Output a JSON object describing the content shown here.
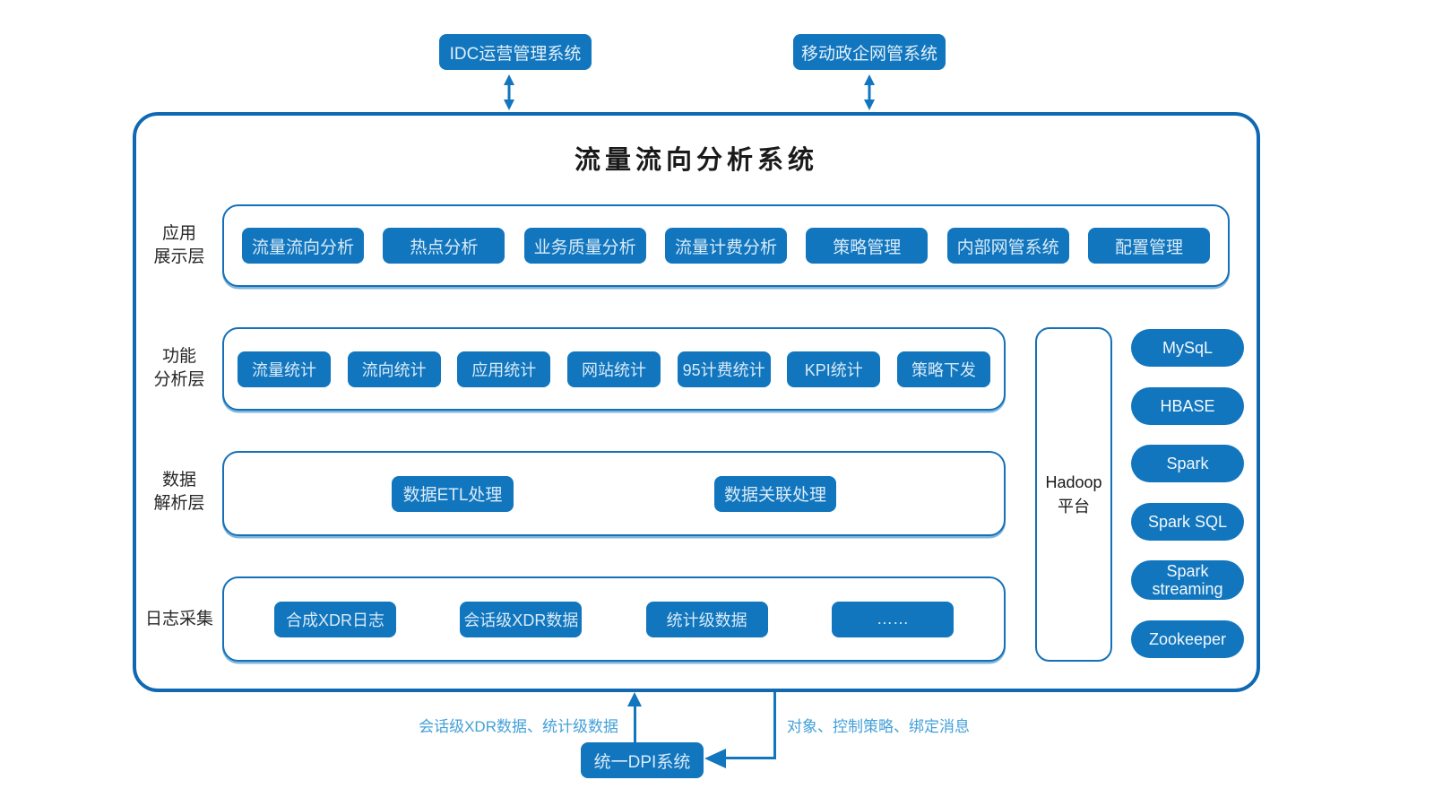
{
  "external_systems": {
    "idc": {
      "label": "IDC运营管理系统"
    },
    "mobile": {
      "label": "移动政企网管系统"
    }
  },
  "system": {
    "title": "流量流向分析系统",
    "layers": [
      {
        "name": "application-display-layer",
        "label_lines": [
          "应用",
          "展示层"
        ],
        "modules": [
          "流量流向分析",
          "热点分析",
          "业务质量分析",
          "流量计费分析",
          "策略管理",
          "内部网管系统",
          "配置管理"
        ]
      },
      {
        "name": "function-analysis-layer",
        "label_lines": [
          "功能",
          "分析层"
        ],
        "modules": [
          "流量统计",
          "流向统计",
          "应用统计",
          "网站统计",
          "95计费统计",
          "KPI统计",
          "策略下发"
        ]
      },
      {
        "name": "data-parsing-layer",
        "label_lines": [
          "数据",
          "解析层"
        ],
        "modules": [
          "数据ETL处理",
          "数据关联处理"
        ]
      },
      {
        "name": "log-collection-layer",
        "label_lines": [
          "日志采集"
        ],
        "modules": [
          "合成XDR日志",
          "会话级XDR数据",
          "统计级数据",
          "……"
        ]
      }
    ],
    "platform": {
      "label_lines": [
        "Hadoop",
        "平台"
      ]
    },
    "components": [
      "MySqL",
      "HBASE",
      "Spark",
      "Spark SQL",
      "Spark streaming",
      "Zookeeper"
    ]
  },
  "integration": {
    "dpi_system": "统一DPI系统",
    "uplink_label": "会话级XDR数据、统计级数据",
    "downlink_label": "对象、控制策略、绑定消息"
  },
  "colors": {
    "primary_fill": "#1176BE",
    "container_border": "#1068B2",
    "node_text": "#D9EAF7",
    "flow_label_blue": "#44A0D8",
    "title_text": "#1A1A1A"
  }
}
